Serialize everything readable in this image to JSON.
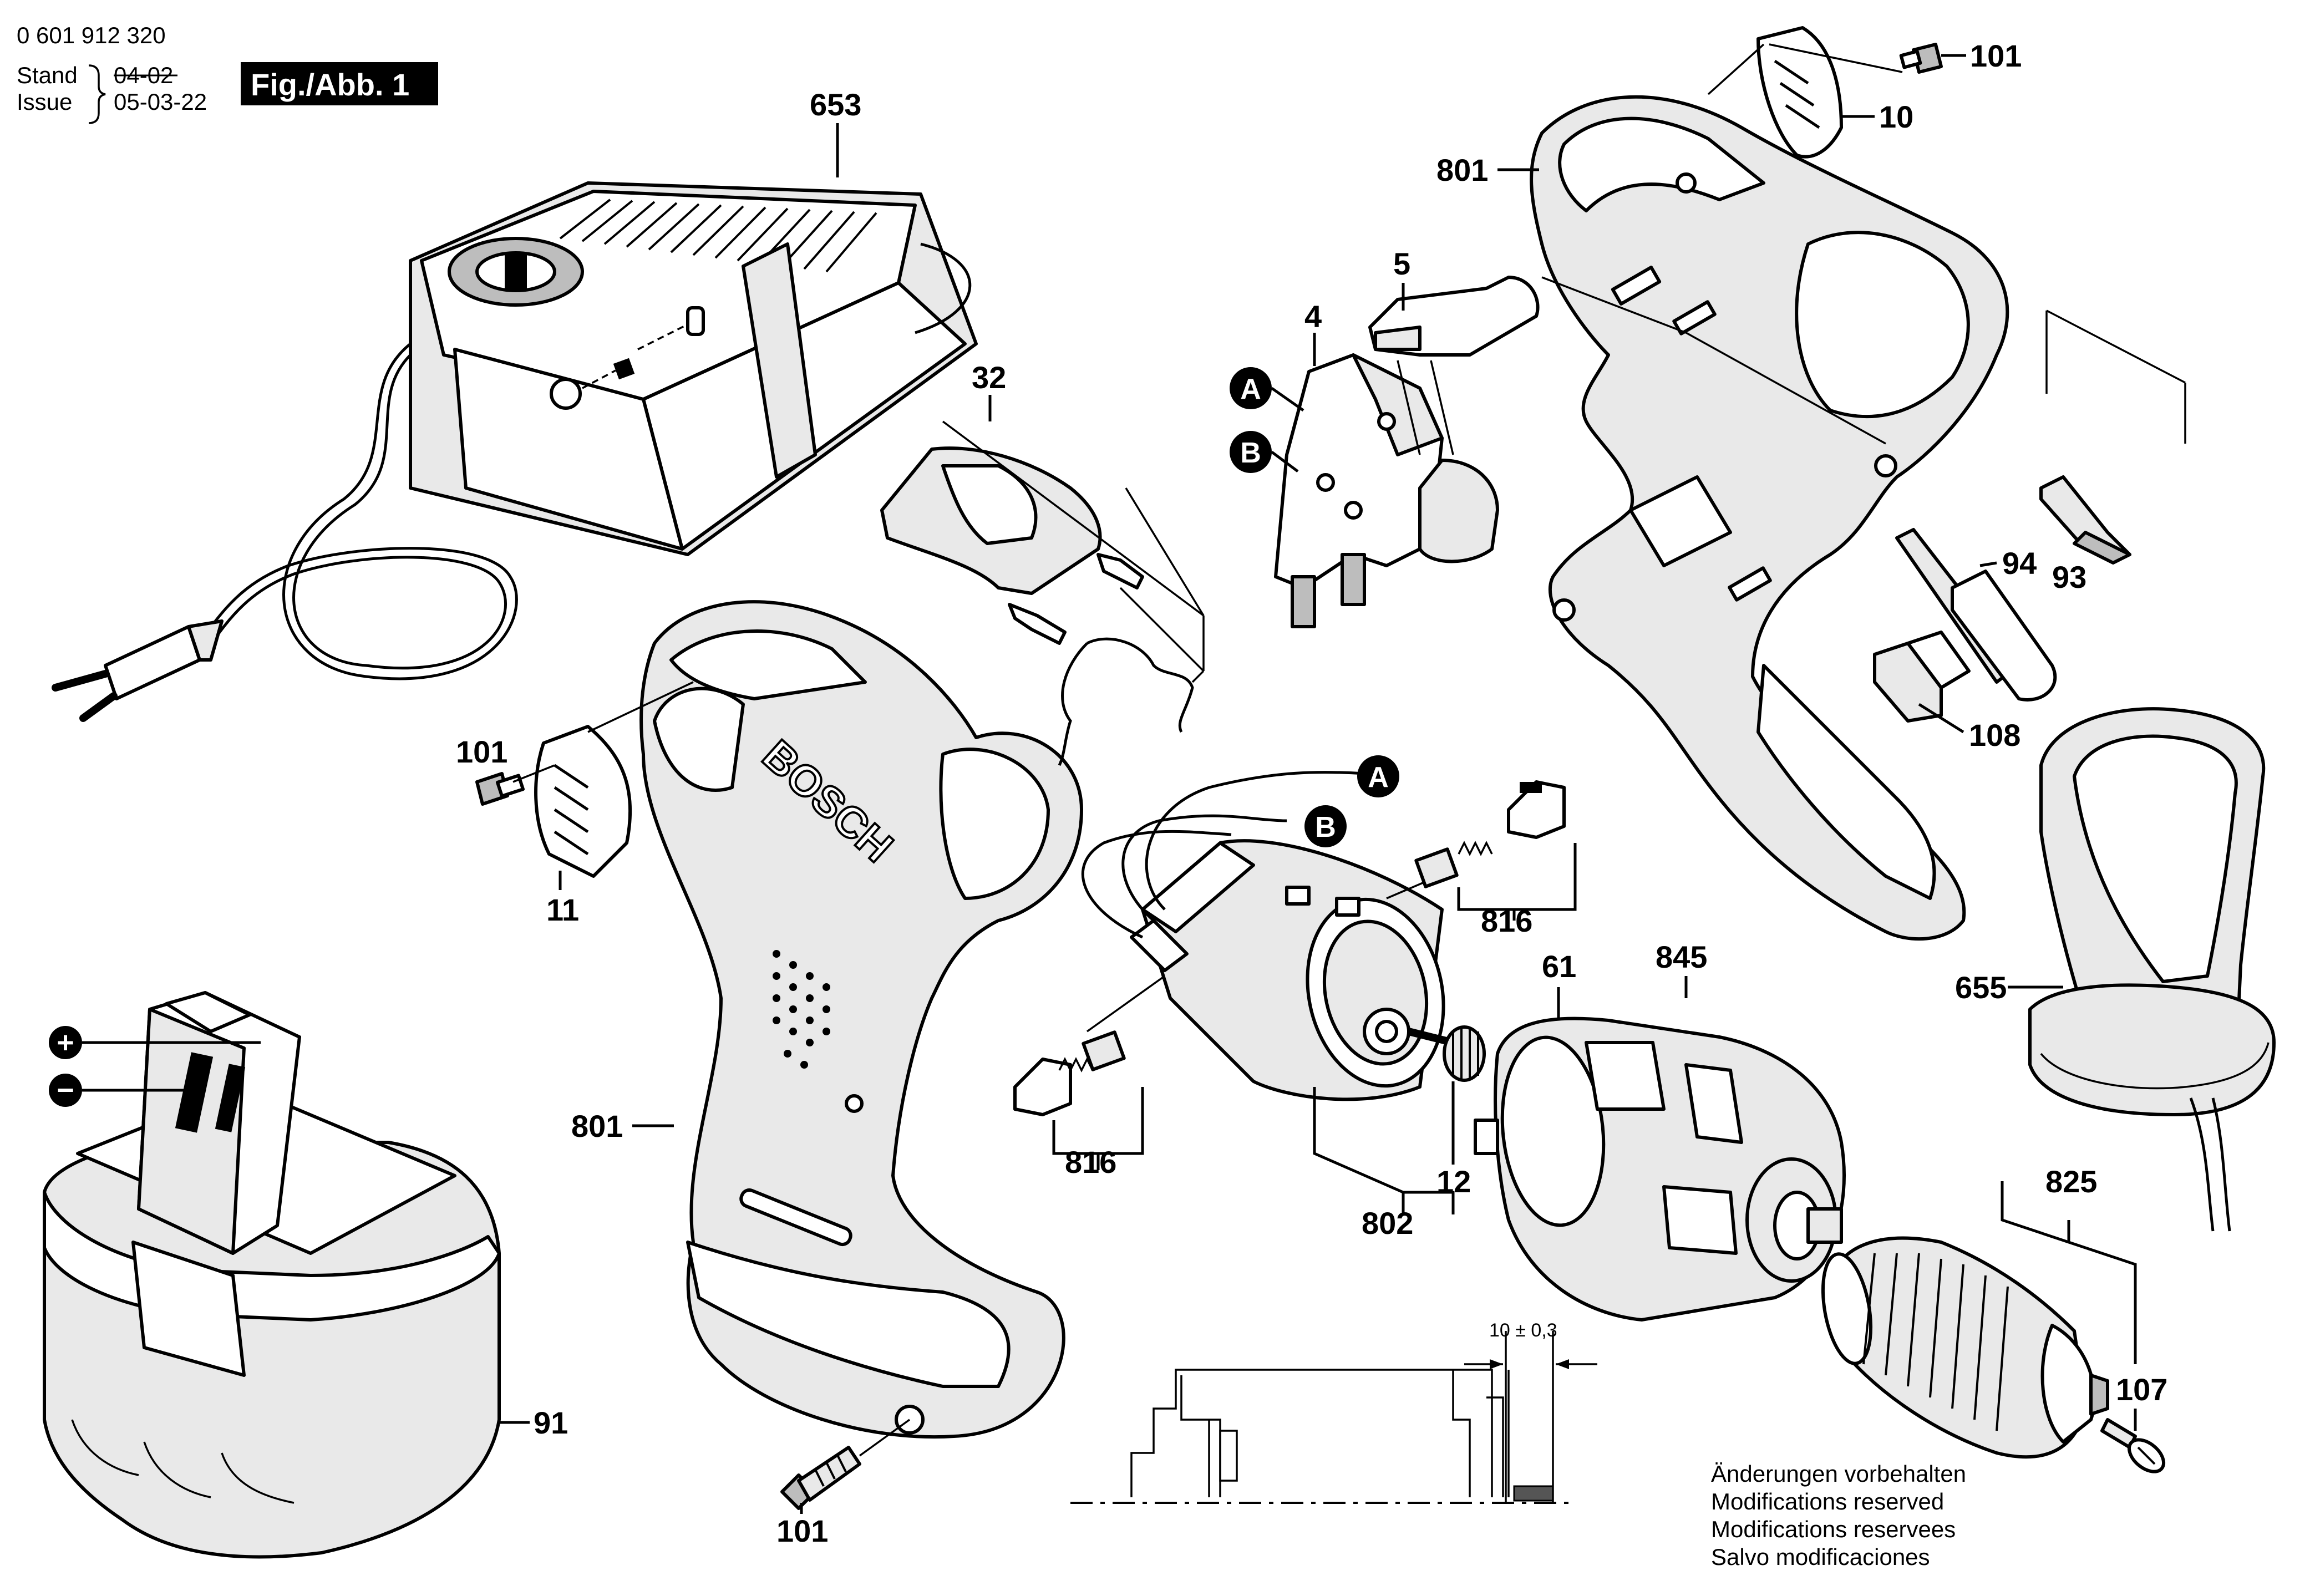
{
  "header": {
    "part_number": "0 601 912 320",
    "stand_label": "Stand",
    "stand_date": "04-02",
    "issue_label": "Issue",
    "issue_date": "05-03-22",
    "figure_title": "Fig./Abb. 1"
  },
  "callouts": {
    "c101_top": "101",
    "c10": "10",
    "c801_top": "801",
    "c653": "653",
    "c5": "5",
    "c4": "4",
    "c32": "32",
    "cA_switch": "A",
    "cB_switch": "B",
    "c94": "94",
    "c93": "93",
    "c108": "108",
    "c101_left": "101",
    "c11": "11",
    "cA_motor": "A",
    "cB_motor": "B",
    "c816_right": "816",
    "c61": "61",
    "c845": "845",
    "c655": "655",
    "c816_left": "816",
    "c801_left": "801",
    "c12": "12",
    "c802": "802",
    "c825": "825",
    "c107": "107",
    "c91": "91",
    "c101_bottom": "101",
    "plus": "+",
    "minus": "−"
  },
  "dimension": {
    "text": "10 ± 0,3"
  },
  "notes": [
    "Änderungen vorbehalten",
    "Modifications reserved",
    "Modifications reservees",
    "Salvo modificaciones"
  ]
}
